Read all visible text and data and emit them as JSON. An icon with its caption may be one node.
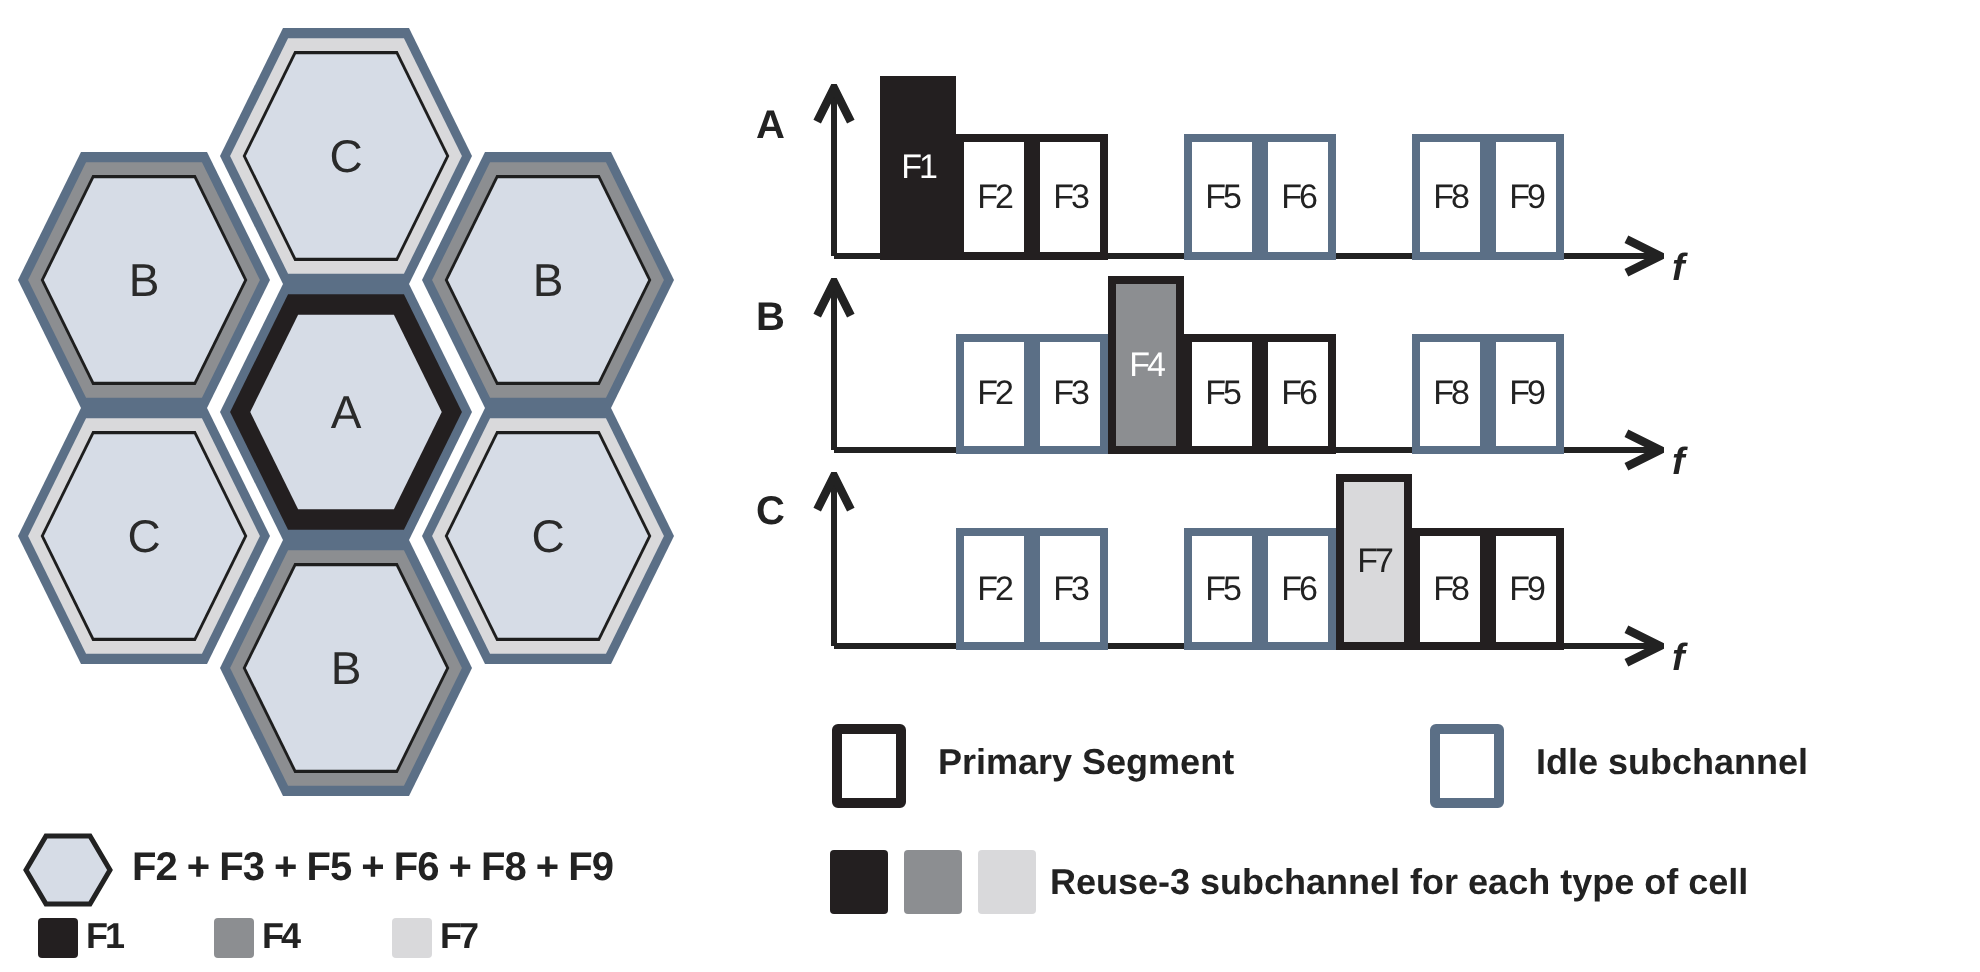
{
  "diagram": {
    "nodes": [
      {
        "text": [
          "C"
        ]
      },
      {
        "text": [
          "B"
        ]
      },
      {
        "text": [
          "B"
        ]
      },
      {
        "text": [
          "A"
        ]
      },
      {
        "text": [
          "C"
        ]
      },
      {
        "text": [
          "C"
        ]
      },
      {
        "text": [
          "B"
        ]
      },
      {
        "text": [
          "F1"
        ]
      },
      {
        "text": [
          "F2"
        ]
      },
      {
        "text": [
          "F3"
        ]
      },
      {
        "text": [
          "F5"
        ]
      },
      {
        "text": [
          "F6"
        ]
      },
      {
        "text": [
          "F8"
        ]
      },
      {
        "text": [
          "F9"
        ]
      },
      {
        "text": [
          "F2"
        ]
      },
      {
        "text": [
          "F3"
        ]
      },
      {
        "text": [
          "F4"
        ]
      },
      {
        "text": [
          "F5"
        ]
      },
      {
        "text": [
          "F6"
        ]
      },
      {
        "text": [
          "F8"
        ]
      },
      {
        "text": [
          "F9"
        ]
      },
      {
        "text": [
          "F2"
        ]
      },
      {
        "text": [
          "F3"
        ]
      },
      {
        "text": [
          "F5"
        ]
      },
      {
        "text": [
          "F6"
        ]
      },
      {
        "text": [
          "F7"
        ]
      },
      {
        "text": [
          "F8"
        ]
      },
      {
        "text": [
          "F9"
        ]
      }
    ],
    "labels": [
      "A",
      "f",
      "B",
      "f",
      "C",
      "f"
    ],
    "legend": [
      {
        "text": "F2 + F3 + F5 + F6 + F8 + F9"
      },
      {
        "text": "F1",
        "color": "#231f20"
      },
      {
        "text": "F4",
        "color": "#8c8e91"
      },
      {
        "text": "F7",
        "color": "#d9d9db"
      },
      {
        "text": "Primary Segment"
      },
      {
        "text": "Idle subchannel"
      },
      {
        "text": "Reuse-3 subchannel for each type of cell"
      }
    ]
  }
}
